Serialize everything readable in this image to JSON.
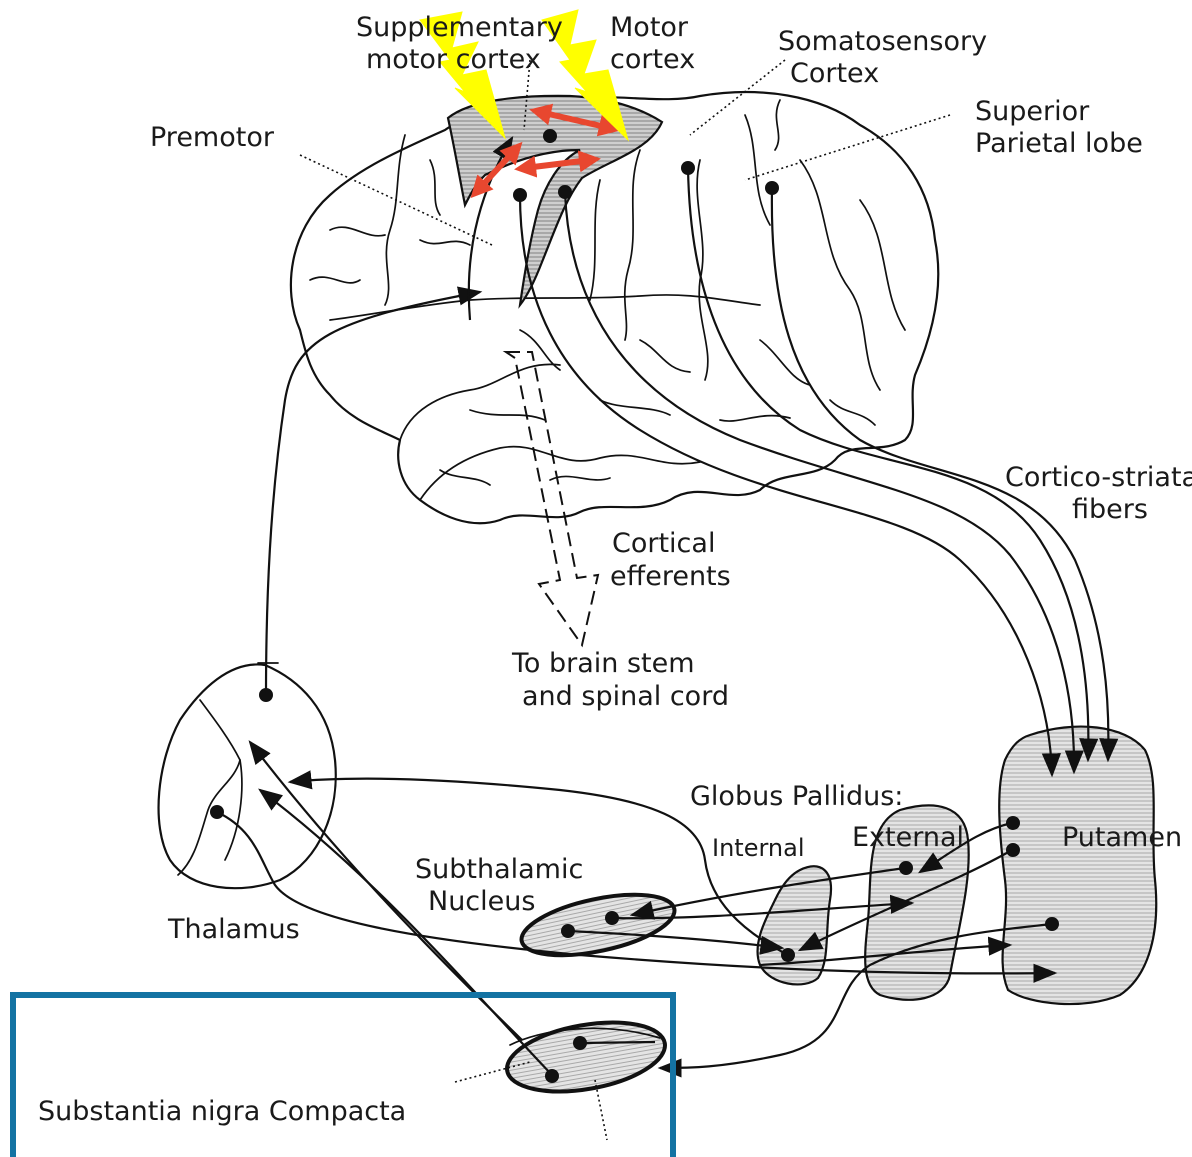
{
  "labels": {
    "supplementary_motor_line1": "Supplementary",
    "supplementary_motor_line2": "motor cortex",
    "motor_line1": "Motor",
    "motor_line2": "cortex",
    "somatosensory_line1": "Somatosensory",
    "somatosensory_line2": "Cortex",
    "superior_parietal_line1": "Superior",
    "superior_parietal_line2": "Parietal lobe",
    "premotor": "Premotor",
    "cortico_striatal_line1": "Cortico-striatal",
    "cortico_striatal_line2": "fibers",
    "cortical_efferents_line1": "Cortical",
    "cortical_efferents_line2": "efferents",
    "brain_stem_line1": "To brain stem",
    "brain_stem_line2": "and spinal cord",
    "globus_pallidus": "Globus Pallidus:",
    "internal": "Internal",
    "external": "External",
    "putamen": "Putamen",
    "subthalamic_line1": "Subthalamic",
    "subthalamic_line2": "Nucleus",
    "thalamus": "Thalamus",
    "substantia_nigra": "Substantia nigra Compacta"
  },
  "colors": {
    "stimulation_bolt": "#ffff00",
    "activity_arrows": "#e8472f",
    "highlight_box": "#1473a3",
    "structure_fill": "#dcdcdc",
    "motor_area_fill": "#c8c8c8"
  },
  "icons": {
    "stimulation": "lightning-bolt-icon",
    "activity": "double-headed-arrow-icon"
  }
}
